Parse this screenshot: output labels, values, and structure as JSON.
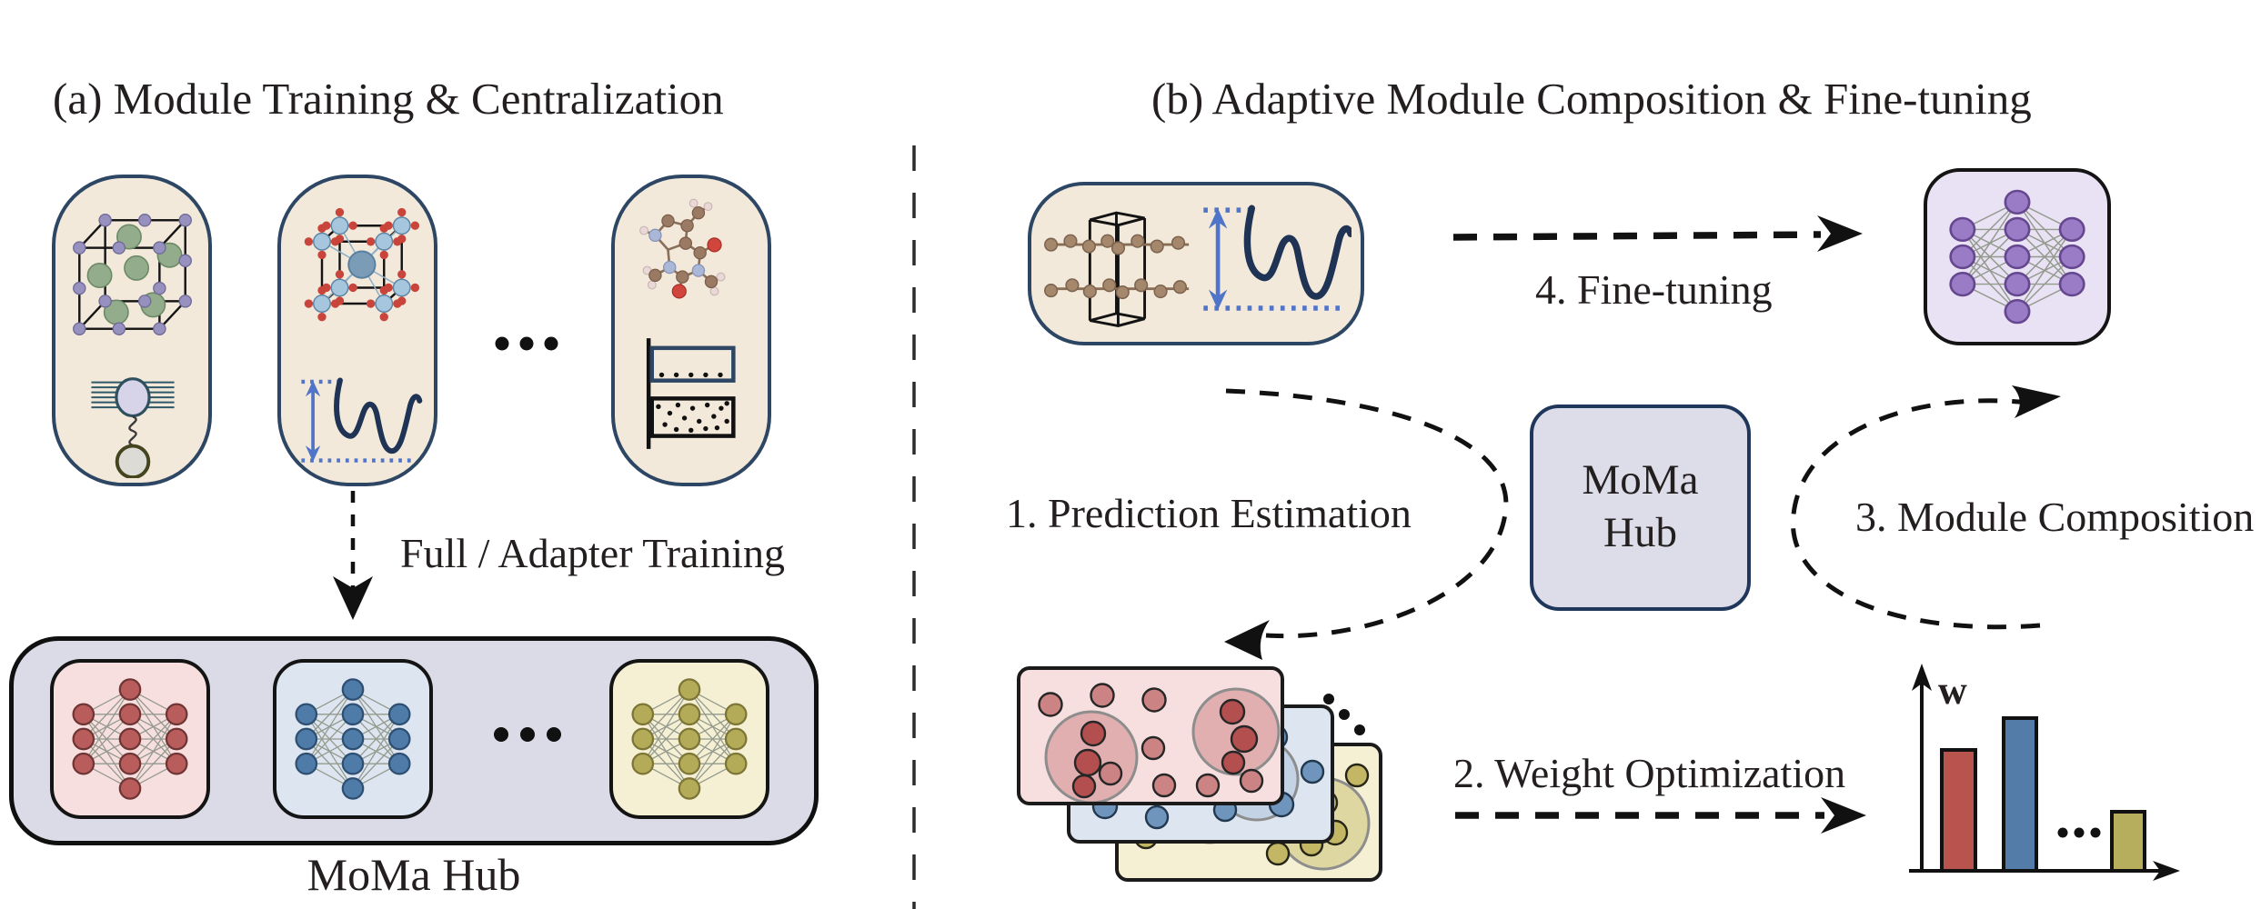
{
  "figure": {
    "panel_a": {
      "title": "(a) Module Training & Centralization",
      "training_arrow_label": "Full / Adapter Training",
      "hub_caption": "MoMa Hub"
    },
    "panel_b": {
      "title": "(b) Adaptive Module Composition & Fine-tuning",
      "hub_line1": "MoMa",
      "hub_line2": "Hub",
      "step1_label": "1. Prediction Estimation",
      "step2_label": "2. Weight Optimization",
      "step3_label": "3. Module Composition",
      "step4_label": "4. Fine-tuning"
    }
  },
  "chart_data": {
    "type": "bar",
    "title": "",
    "xlabel": "",
    "ylabel": "w",
    "categories": [
      "red-module",
      "blue-module",
      "olive-module"
    ],
    "values": [
      0.62,
      0.78,
      0.3
    ],
    "bar_colors": [
      "#b9534e",
      "#537da8",
      "#b6ae5c"
    ],
    "ylim": [
      0,
      1
    ],
    "grid": false,
    "legend": false,
    "note_ellipsis_between_bars": [
      1,
      2
    ]
  },
  "colors": {
    "ink": "#241f1f",
    "beige": "#f3e9da",
    "navy": "#2c4663",
    "lavender": "#dbdbe8",
    "lavender2": "#dddde9",
    "pinkcard": "#f8dfdf",
    "bluecard": "#dce5f0",
    "yellowcard": "#f5f0d4",
    "purplecard": "#e8e2f4",
    "wave": "#1f3354",
    "bluearrow": "#4f74c8",
    "nn_red": "#b95c5c",
    "nn_red_s": "#6f3535",
    "nn_blue": "#4f7ba8",
    "nn_blue_s": "#2e4f72",
    "nn_yellow": "#b3ab58",
    "nn_yellow_s": "#7c7536",
    "nn_purple": "#9a7cc6",
    "nn_purple_s": "#65478f"
  }
}
